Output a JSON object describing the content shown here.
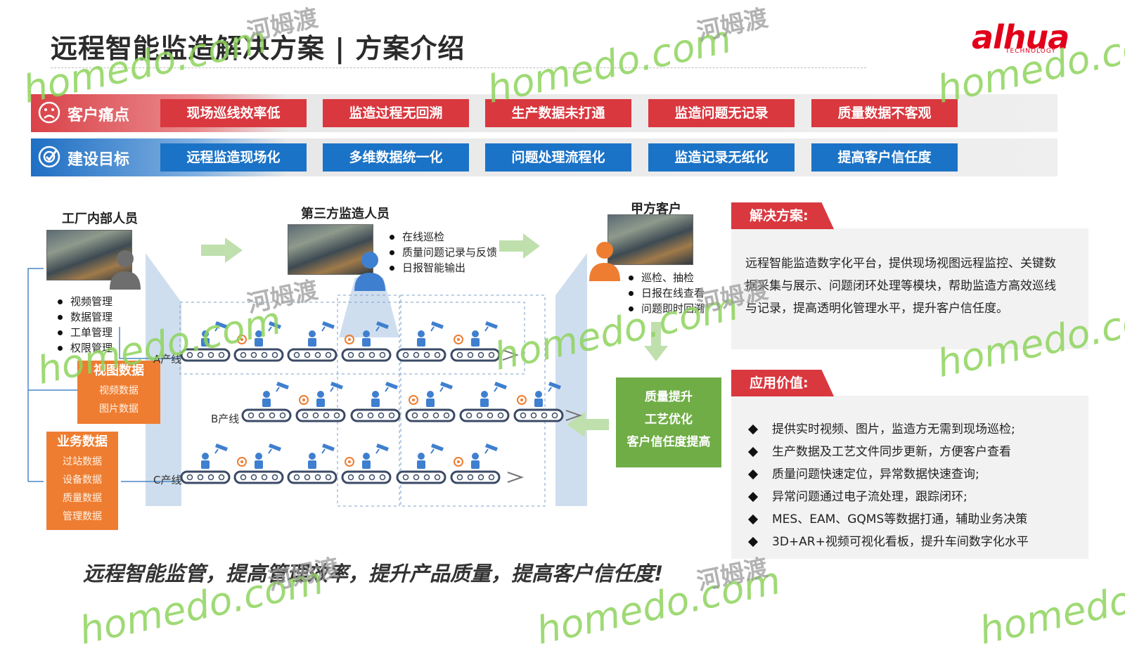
{
  "header": {
    "title": "远程智能监造解决方案 | 方案介绍",
    "logo": "alhua",
    "logo_sub": "TECHNOLOGY"
  },
  "pain_points": {
    "label": "客户痛点",
    "items": [
      "现场巡线效率低",
      "监造过程无回溯",
      "生产数据未打通",
      "监造问题无记录",
      "质量数据不客观"
    ]
  },
  "goals": {
    "label": "建设目标",
    "items": [
      "远程监造现场化",
      "多维数据统一化",
      "问题处理流程化",
      "监造记录无纸化",
      "提高客户信任度"
    ]
  },
  "factory": {
    "title": "工厂内部人员",
    "bullets": [
      "视频管理",
      "数据管理",
      "工单管理",
      "权限管理"
    ]
  },
  "third_party": {
    "title": "第三方监造人员",
    "bullets": [
      "在线巡检",
      "质量问题记录与反馈",
      "日报智能输出"
    ]
  },
  "client": {
    "title": "甲方客户",
    "bullets": [
      "巡检、抽检",
      "日报在线查看",
      "问题即时回溯"
    ]
  },
  "view_data": {
    "title": "视图数据",
    "items": [
      "视频数据",
      "图片数据"
    ]
  },
  "business_data": {
    "title": "业务数据",
    "items": [
      "过站数据",
      "设备数据",
      "质量数据",
      "管理数据"
    ]
  },
  "production_lines": [
    "A产线",
    "B产线",
    "C产线"
  ],
  "outcome": [
    "质量提升",
    "工艺优化",
    "客户信任度提高"
  ],
  "solution": {
    "tag": "解决方案:",
    "text": "远程智能监造数字化平台，提供现场视图远程监控、关键数据采集与展示、问题闭环处理等模块，帮助监造方高效巡线与记录，提高透明化管理水平，提升客户信任度。"
  },
  "value": {
    "tag": "应用价值:",
    "items": [
      "提供实时视频、图片，监造方无需到现场巡检;",
      "生产数据及工艺文件同步更新，方便客户查看",
      "质量问题快速定位，异常数据快速查询;",
      "异常问题通过电子流处理，跟踪闭环;",
      "MES、EAM、GQMS等数据打通，辅助业务决策",
      "3D+AR+视频可视化看板，提升车间数字化水平"
    ]
  },
  "slogan": "远程智能监管，提高管理效率，提升产品质量，提高客户信任度!",
  "watermark": {
    "latin": "homedo.com",
    "cjk": "河姆渡"
  },
  "colors": {
    "red": "#d9383f",
    "blue": "#1b73c7",
    "orange": "#ee7d31",
    "green": "#70ad47",
    "worker": "#3f7fcf"
  }
}
